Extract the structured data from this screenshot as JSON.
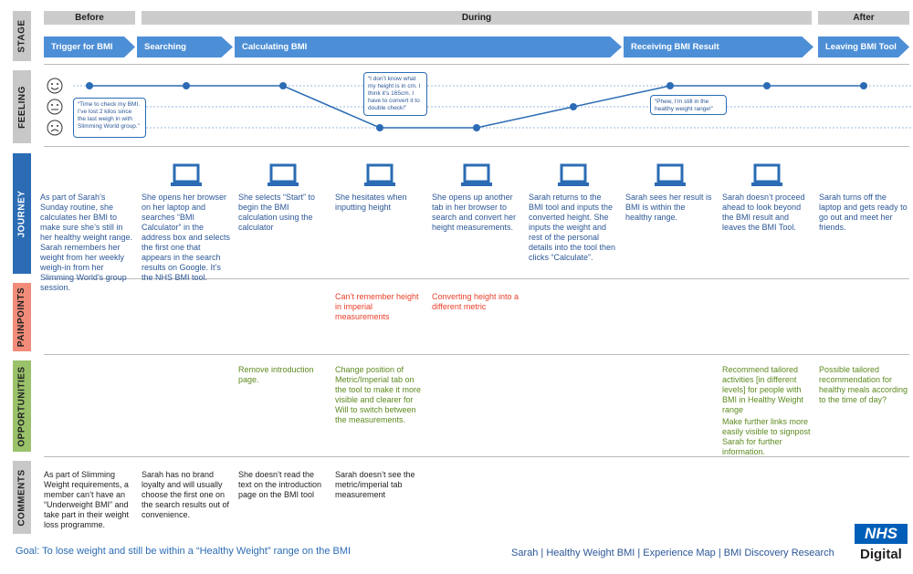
{
  "phases": {
    "before": "Before",
    "during": "During",
    "after": "After"
  },
  "row_labels": {
    "stage": "STAGE",
    "feeling": "FEELING",
    "journey": "JOURNEY",
    "painpoints": "PAINPOINTS",
    "opportunities": "OPPORTUNITIES",
    "comments": "COMMENTS"
  },
  "stages": [
    "Trigger for BMI",
    "Searching",
    "Calculating BMI",
    "Receiving BMI Result",
    "Leaving BMI Tool"
  ],
  "feeling": {
    "levels": [
      "happy",
      "neutral",
      "sad"
    ],
    "points": [
      "happy",
      "happy",
      "happy",
      "sad",
      "sad",
      "neutral",
      "happy",
      "happy",
      "happy"
    ],
    "callouts": [
      "“Time to check my BMI. I’ve lost 2 kilos since the last weigh in with Slimming World group.”",
      "“I don’t know what my height is in cm. I think it’s 165cm. I have to convert it to double check!”",
      "“Phew, I’m still in the healthy weight range!”"
    ]
  },
  "journey": [
    "As part of Sarah’s Sunday routine, she calculates her BMI to make sure she’s still in her healthy weight range. Sarah remembers her weight from her weekly weigh-in from her Slimming World’s group session.",
    "She opens her browser on her laptop and searches “BMI Calculator” in the address box and selects the first one that appears in the search results on Google. It’s the NHS BMI tool.",
    "She selects “Start” to begin the BMI calculation using the calculator",
    "She hesitates when inputting height",
    "She opens up another tab in her browser to search and convert her height measurements.",
    "Sarah returns to the BMI tool and inputs the converted height. She inputs the weight and rest of the personal details into the tool then clicks “Calculate”.",
    "Sarah sees her result is BMI is within the healthy range.",
    "Sarah doesn’t proceed ahead to look beyond the BMI result and leaves the BMI Tool.",
    "Sarah turns off the laptop and gets ready to go out and meet her friends."
  ],
  "painpoints": [
    "Can’t remember height in imperial measurements",
    "Converting height into a different metric"
  ],
  "opportunities": {
    "remove_intro": "Remove introduction page.",
    "change_position": "Change position of Metric/Imperial tab on the tool to make it more visible and clearer for Will to switch between the measurements.",
    "recommend_activities": "Recommend tailored activities [in different levels] for people with BMI in Healthy Weight range",
    "further_links": "Make further links more easily visible to signpost Sarah for further information.",
    "tailored_meals": "Possible tailored recommendation for healthy meals according to the time of day?"
  },
  "comments": [
    "As part of Slimming Weight requirements, a member can’t have an “Underweight BMI” and take part in their weight loss programme.",
    "Sarah has no brand loyalty and will usually choose the first one on the search results out of convenience.",
    "She doesn’t read the text on the introduction page on the BMI tool",
    "Sarah doesn’t see the metric/imperial tab measurement"
  ],
  "footer": {
    "goal": "Goal: To lose weight and still be within a “Healthy Weight” range on the BMI",
    "meta": "Sarah | Healthy Weight BMI | Experience Map | BMI Discovery Research",
    "logo_mark": "NHS",
    "logo_text": "Digital"
  },
  "colors": {
    "stage_arrow": "#4d8fd6",
    "journey_label": "#2b6cb4",
    "painpoints_label": "#f28b79",
    "opportunities_label": "#9ac26a",
    "grey_label": "#c8c8c8",
    "journey_text": "#2b5797",
    "pain_text": "#e8402a",
    "opp_text": "#5d8a1f",
    "nhs_blue": "#005eb8"
  }
}
